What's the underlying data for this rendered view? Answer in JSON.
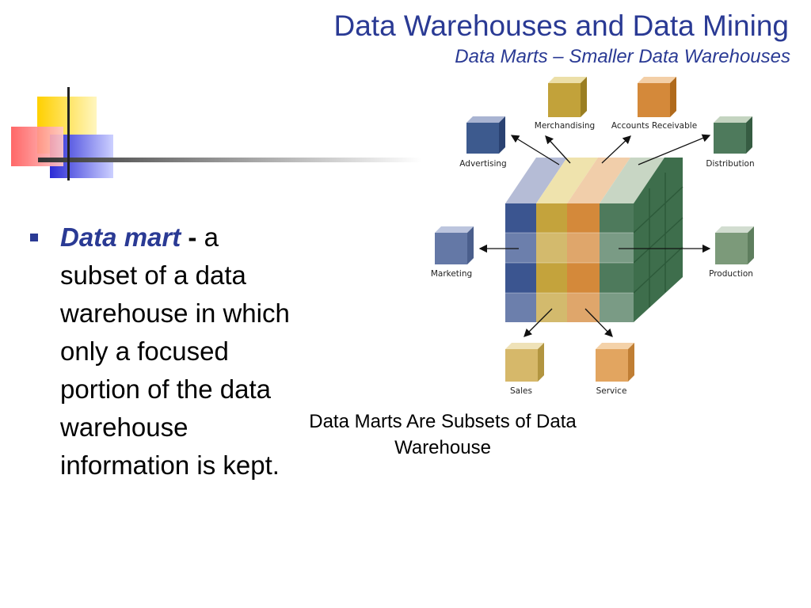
{
  "slide": {
    "title": "Data Warehouses and Data Mining",
    "subtitle": "Data Marts – Smaller Data Warehouses"
  },
  "bullet": {
    "term": "Data mart",
    "dash": "-",
    "text": "a subset of a data warehouse in which only a focused portion of the data warehouse information is kept."
  },
  "figure": {
    "caption": "Data Marts Are Subsets of Data Warehouse",
    "marts": [
      {
        "label": "Merchandising",
        "color": "#c2a23a"
      },
      {
        "label": "Accounts Receivable",
        "color": "#d4893a"
      },
      {
        "label": "Advertising",
        "color": "#3d5a8e"
      },
      {
        "label": "Distribution",
        "color": "#4e7a5c"
      },
      {
        "label": "Marketing",
        "color": "#6478a6"
      },
      {
        "label": "Production",
        "color": "#7c9a7a"
      },
      {
        "label": "Sales",
        "color": "#d6b86a"
      },
      {
        "label": "Service",
        "color": "#e2a560"
      }
    ]
  }
}
